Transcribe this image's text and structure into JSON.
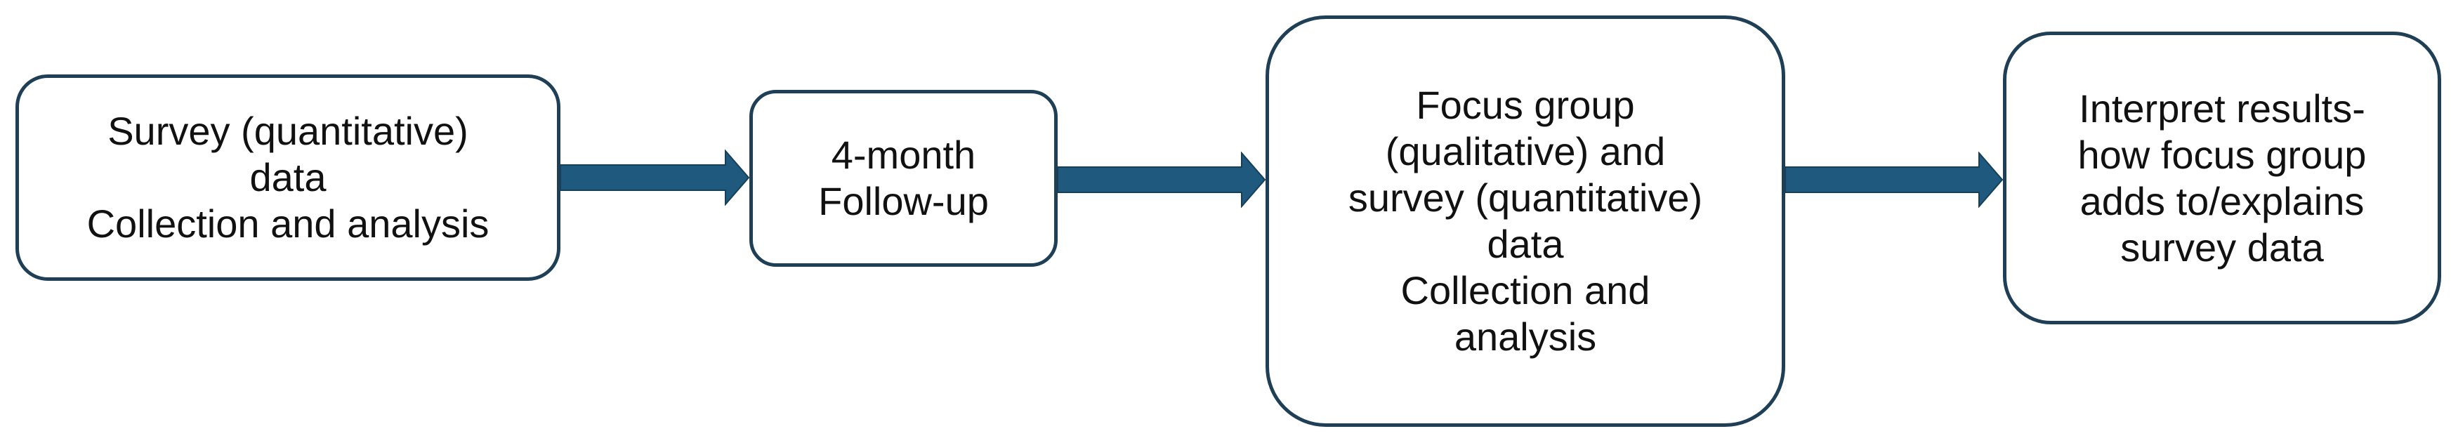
{
  "diagram": {
    "steps": [
      {
        "label": "Survey (quantitative)\ndata\nCollection and analysis"
      },
      {
        "label": "4-month\nFollow-up"
      },
      {
        "label": "Focus group\n(qualitative) and\nsurvey (quantitative)\ndata\nCollection and\nanalysis"
      },
      {
        "label": "Interpret results-\nhow focus group\nadds to/explains\nsurvey data"
      }
    ],
    "colors": {
      "box_border": "#1f3f56",
      "arrow_fill": "#1f5a7e",
      "arrow_edge": "#163f5a",
      "text": "#111111"
    }
  }
}
